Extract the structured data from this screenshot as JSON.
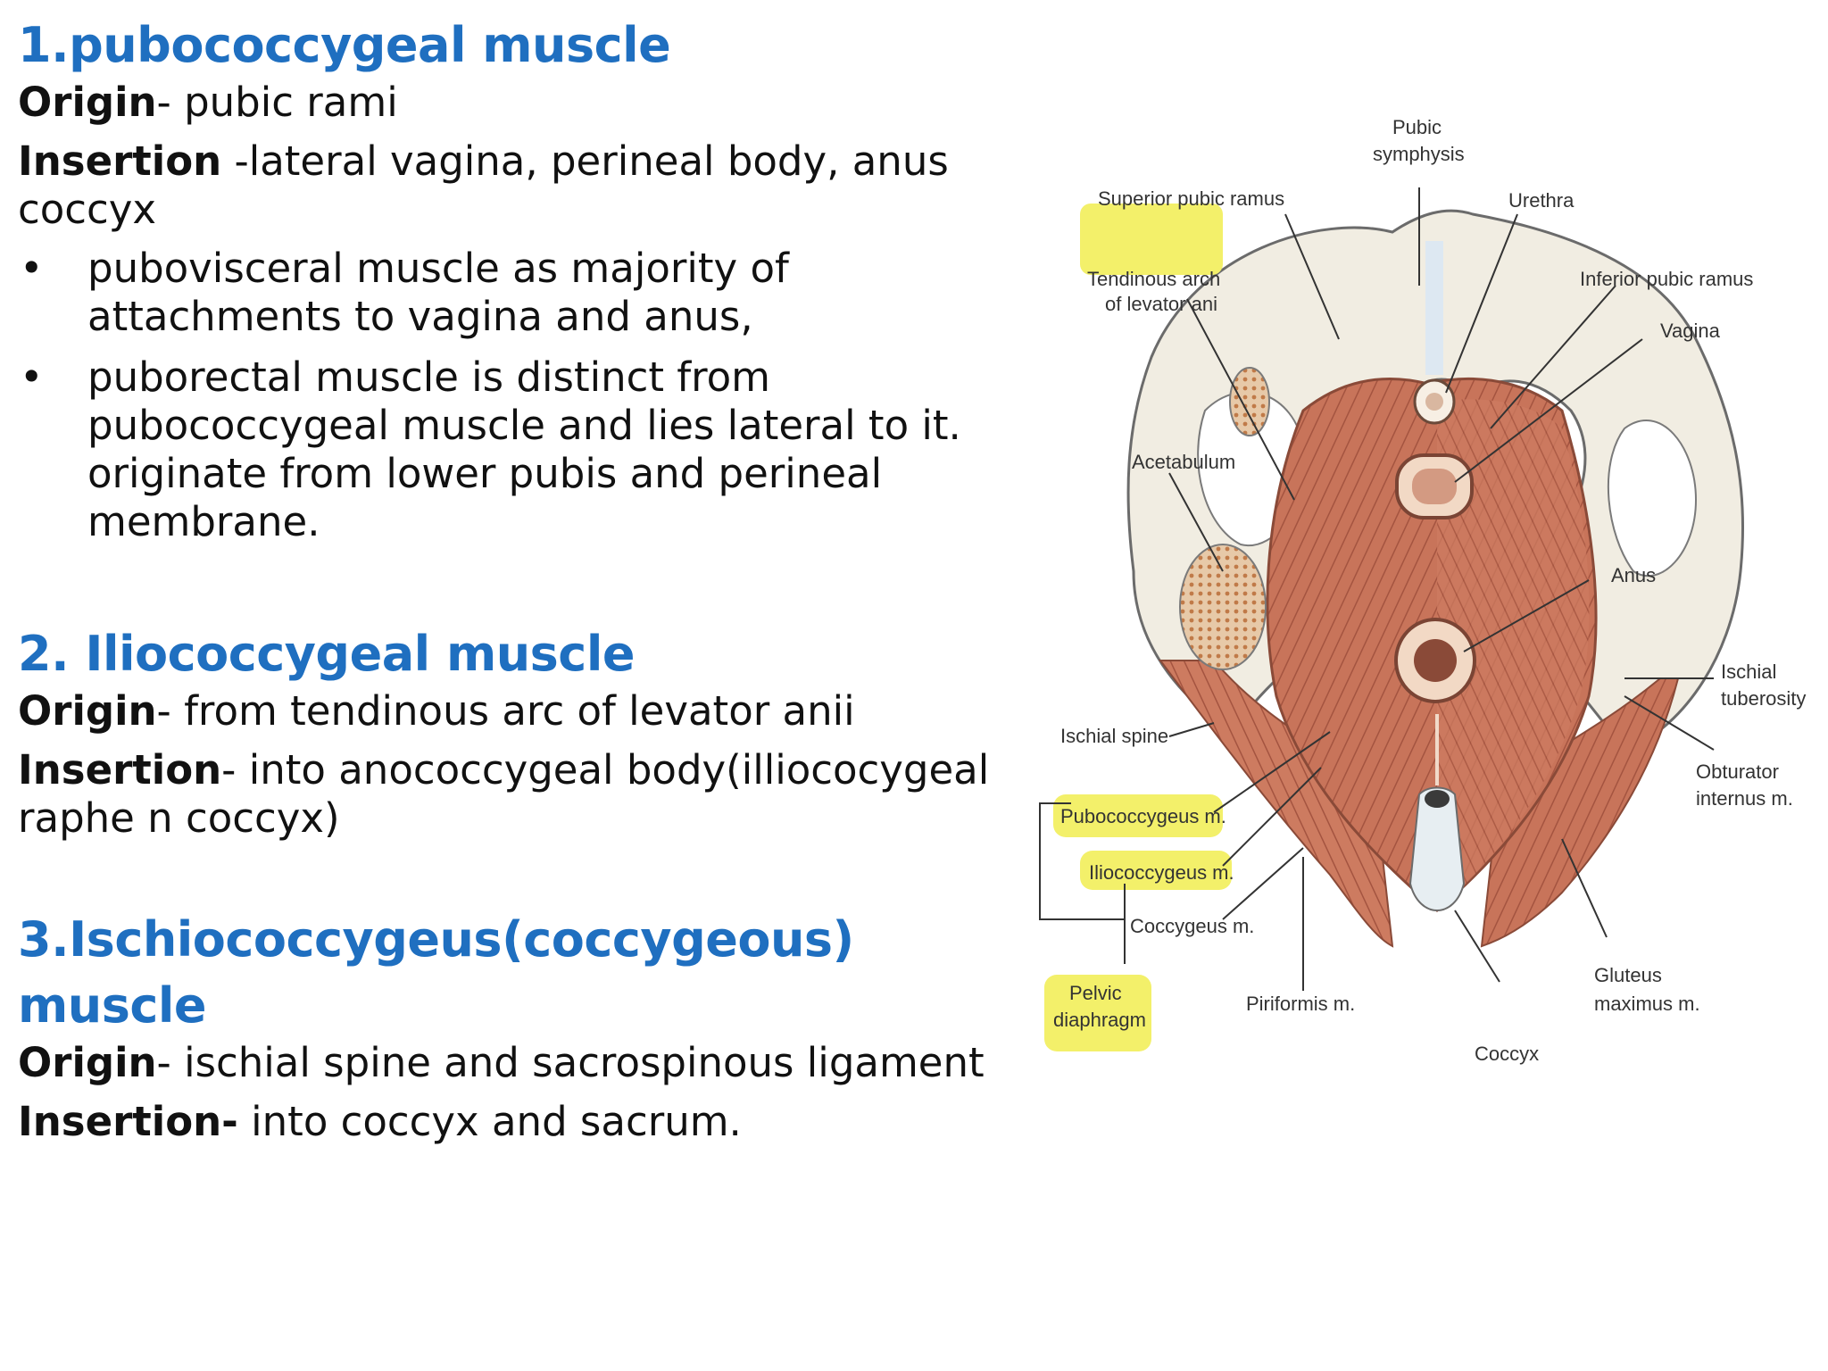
{
  "section1": {
    "title": "1.pubococcygeal muscle",
    "origin_label": "Origin",
    "origin_text": "- pubic rami",
    "insertion_label": "Insertion",
    "insertion_text": " -lateral vagina, perineal body, anus coccyx",
    "bullets": [
      "pubovisceral muscle as majority of attachments to vagina and anus,",
      "puborectal muscle is distinct from pubococcygeal muscle and lies lateral to it. originate from  lower pubis and perineal membrane."
    ],
    "bullet_char": "•"
  },
  "section2": {
    "title": "2. Iliococcygeal muscle",
    "origin_label": "Origin",
    "origin_text": "- from tendinous arc of levator anii",
    "insertion_label": "Insertion",
    "insertion_text": "- into anococcygeal body(illiococygeal raphe n coccyx)"
  },
  "section3": {
    "title": "3.Ischiococcygeus(coccygeous) muscle",
    "origin_label": "Origin",
    "origin_text": "- ischial spine and sacrospinous ligament",
    "insertion_label": "Insertion-",
    "insertion_text": " into coccyx and sacrum."
  },
  "figure": {
    "labels": {
      "pubic_symphysis_1": "Pubic",
      "pubic_symphysis_2": "symphysis",
      "superior_pubic_ramus": "Superior pubic ramus",
      "urethra": "Urethra",
      "tendinous_arch_1": "Tendinous arch",
      "tendinous_arch_2": "of levator ani",
      "inferior_pubic_ramus": "Inferior pubic ramus",
      "vagina": "Vagina",
      "acetabulum": "Acetabulum",
      "anus": "Anus",
      "ischial_tuberosity_1": "Ischial",
      "ischial_tuberosity_2": "tuberosity",
      "ischial_spine": "Ischial spine",
      "obturator_1": "Obturator",
      "obturator_2": "internus m.",
      "pubococcygeus": "Pubococcygeus m.",
      "iliococcygeus": "Iliococcygeus m.",
      "coccygeus": "Coccygeus m.",
      "pelvic_1": "Pelvic",
      "pelvic_2": "diaphragm",
      "piriformis": "Piriformis m.",
      "gluteus_1": "Gluteus",
      "gluteus_2": "maximus m.",
      "coccyx": "Coccyx"
    },
    "colors": {
      "muscle": "#c8745a",
      "muscle_dark": "#a45440",
      "bone": "#f1ede2",
      "highlight": "#f3f06a"
    }
  }
}
